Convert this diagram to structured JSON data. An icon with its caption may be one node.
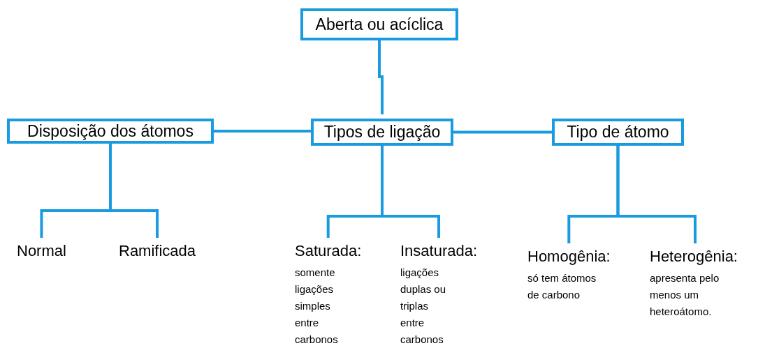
{
  "diagram": {
    "nodes": [
      {
        "text": [
          "Aberta ou acíclica"
        ]
      },
      {
        "text": [
          "Disposição dos átomos"
        ]
      },
      {
        "text": [
          "Tipos de ligação"
        ]
      },
      {
        "text": [
          "Tipo de átomo"
        ]
      },
      {
        "text": [
          "Normal"
        ]
      },
      {
        "text": [
          "Ramificada"
        ]
      },
      {
        "text": [
          "Saturada:",
          "somente ligações simples entre carbonos"
        ]
      },
      {
        "text": [
          "Insaturada:",
          "ligações duplas ou triplas entre carbonos"
        ]
      },
      {
        "text": [
          "Homogênia:",
          "só tem átomos de carbono"
        ]
      },
      {
        "text": [
          "Heterogênia:",
          "apresenta pelo menos um heteroátomo."
        ]
      }
    ],
    "edges": [
      {
        "from": 0,
        "to": 2,
        "arrow": "none"
      },
      {
        "from": 1,
        "to": 2,
        "arrow": "none"
      },
      {
        "from": 2,
        "to": 3,
        "arrow": "none"
      },
      {
        "from": 1,
        "to": 4,
        "arrow": "none"
      },
      {
        "from": 1,
        "to": 5,
        "arrow": "none"
      },
      {
        "from": 2,
        "to": 6,
        "arrow": "none"
      },
      {
        "from": 2,
        "to": 7,
        "arrow": "none"
      },
      {
        "from": 3,
        "to": 8,
        "arrow": "none"
      },
      {
        "from": 3,
        "to": 9,
        "arrow": "none"
      }
    ]
  }
}
